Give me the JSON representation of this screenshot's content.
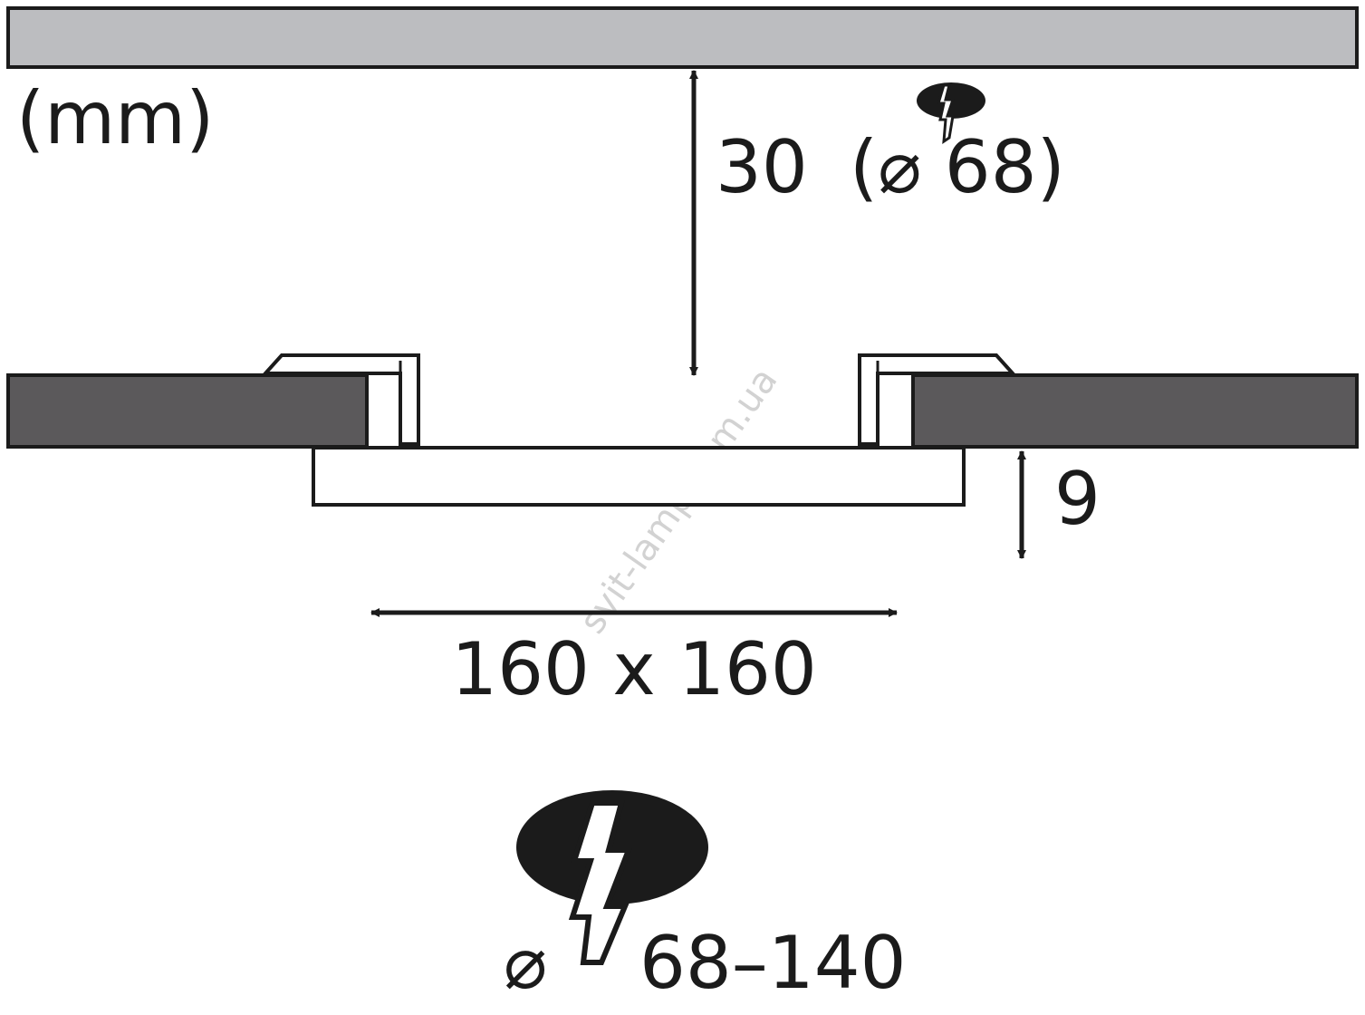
{
  "units_label": "(mm)",
  "clearance": {
    "value": "30",
    "cutout_note": "(⌀ 68)"
  },
  "thickness": {
    "value": "9"
  },
  "panel_size": {
    "value": "160 x 160"
  },
  "cutout_range": {
    "symbol": "⌀",
    "value": "68–140"
  },
  "watermark": "svit-lamp.com.ua",
  "colors": {
    "ceiling": "#bcbdc0",
    "board": "#5b595b",
    "stroke": "#1b1b1b",
    "panel": "#ffffff"
  },
  "icons": [
    "drill-hole-icon",
    "drill-hole-icon-large"
  ]
}
